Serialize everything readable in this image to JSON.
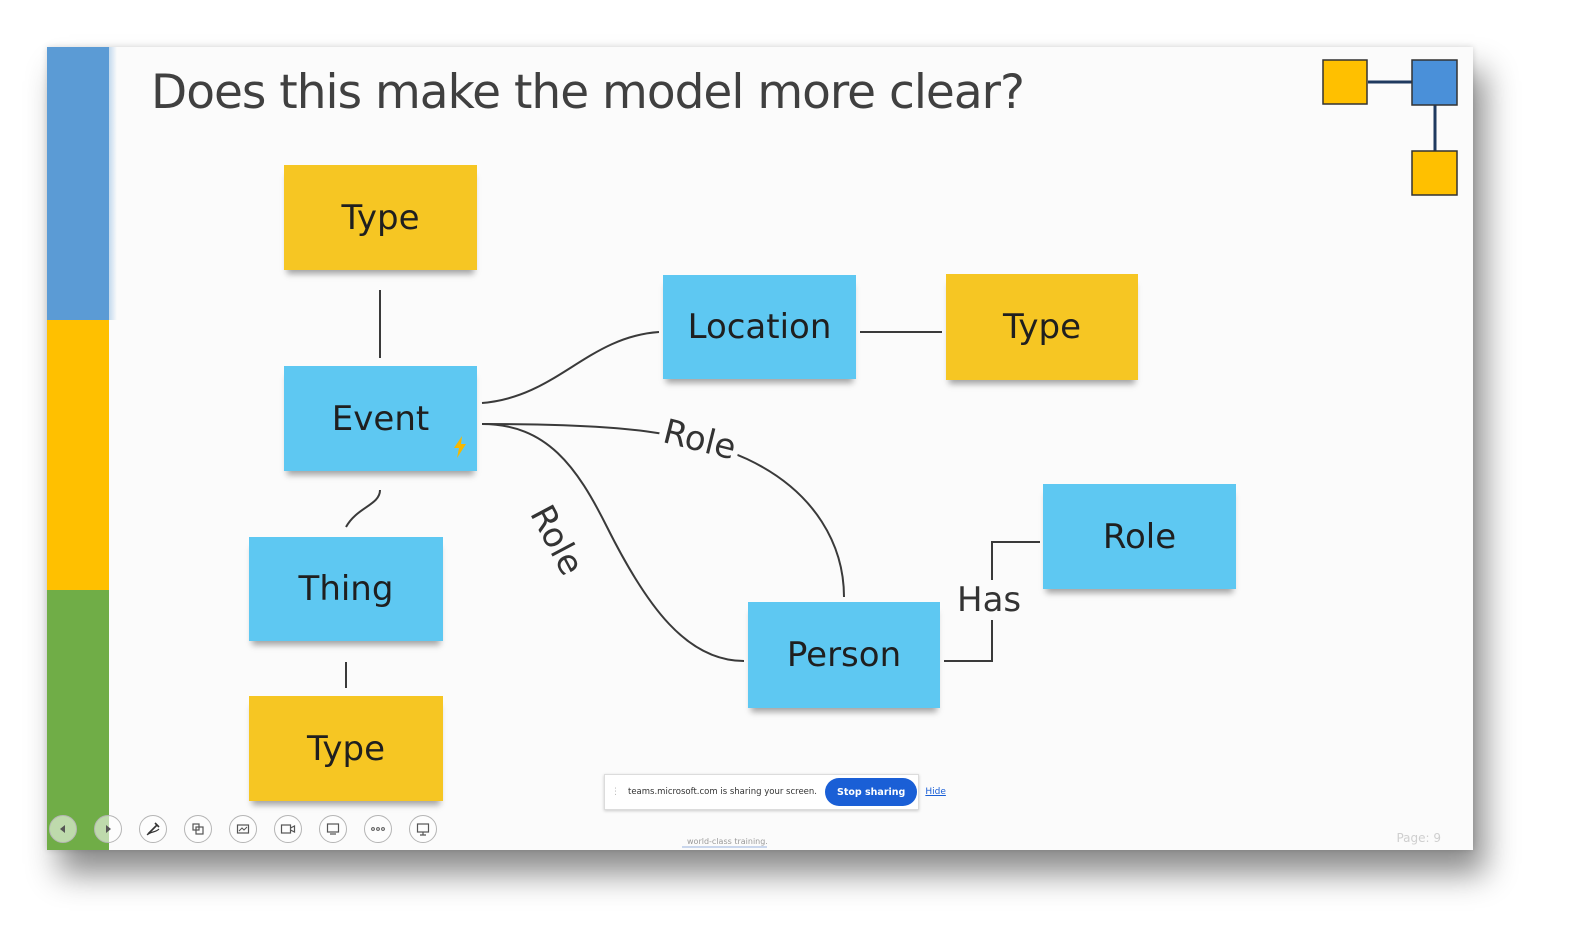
{
  "slide": {
    "title": "Does this make the model more clear?",
    "page_label": "Page: 9"
  },
  "colors": {
    "bar_blue": "#5b9bd5",
    "bar_orange": "#ffc000",
    "bar_green": "#70ad47",
    "note_yellow": "#f6c623",
    "note_blue": "#5ec8f2",
    "title_color": "#404040",
    "connector": "#3a3a3a",
    "logo_blue": "#4a90d9",
    "logo_yellow": "#ffc000"
  },
  "diagram": {
    "notes": {
      "type_top": "Type",
      "event": "Event",
      "thing": "Thing",
      "type_bottom": "Type",
      "location": "Location",
      "type_right": "Type",
      "person": "Person",
      "role_box": "Role"
    },
    "edge_labels": {
      "role_upper": "Role",
      "role_lower": "Role",
      "has": "Has"
    },
    "icons": {
      "event_badge": "lightning-bolt-icon"
    }
  },
  "screen_share": {
    "message": "teams.microsoft.com is sharing your screen.",
    "stop_button": "Stop sharing",
    "hide_link": "Hide"
  },
  "background_text": "world-class training.",
  "toolbar": {
    "buttons": [
      "previous-slide-icon",
      "next-slide-icon",
      "pen-tool-icon",
      "see-all-slides-icon",
      "zoom-into-slide-icon",
      "video-camera-icon",
      "subtitles-icon",
      "more-options-icon",
      "presenter-view-icon"
    ]
  }
}
